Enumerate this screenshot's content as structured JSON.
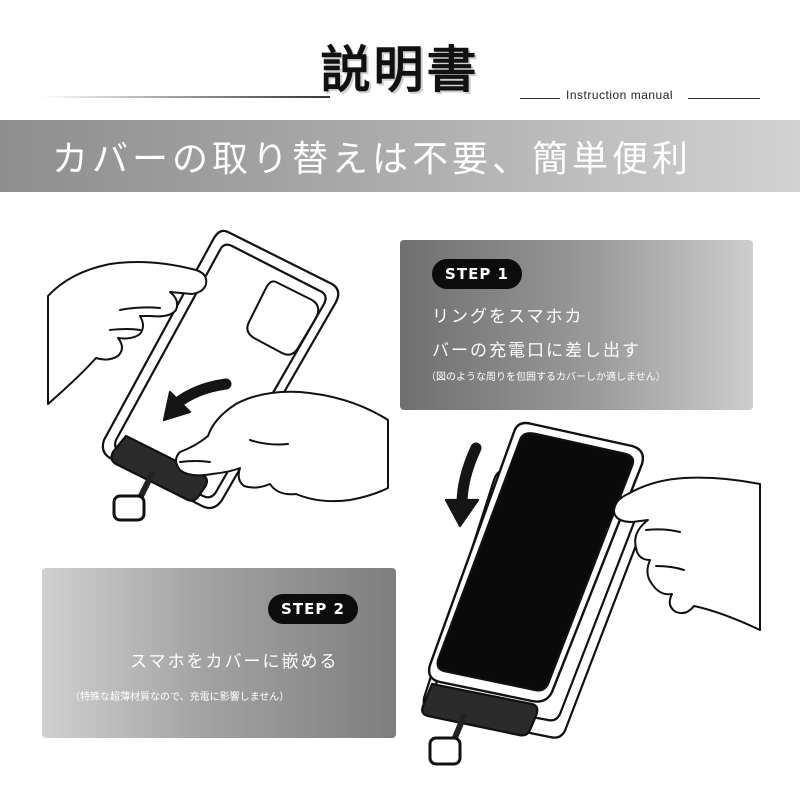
{
  "header": {
    "title": "説明書",
    "subtitle": "Instruction manual"
  },
  "banner": {
    "text": "カバーの取り替えは不要、簡単便利"
  },
  "steps": [
    {
      "badge": "STEP 1",
      "line1": "リングをスマホカ",
      "line2": "バーの充電口に差し出す",
      "note": "（図のような周りを包囲するカバーしか適しません）"
    },
    {
      "badge": "STEP 2",
      "line1": "スマホをカバーに嵌める",
      "note": "（特殊な超薄材質なので、充電に影響しません）"
    }
  ],
  "illustrations": {
    "icons": [
      "hand-holding-case",
      "arrow-curved-icon",
      "arrow-down-icon",
      "phone",
      "ring-strap"
    ]
  }
}
